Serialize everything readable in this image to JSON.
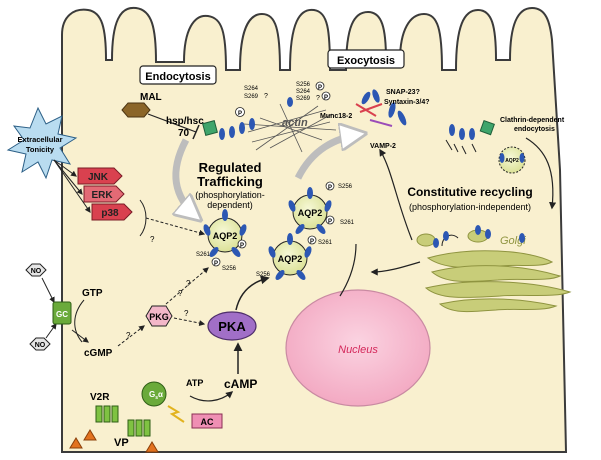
{
  "labels": {
    "endocytosis": "Endocytosis",
    "exocytosis": "Exocytosis",
    "mal": "MAL",
    "hsp_hsc": "hsp/hsc",
    "hsp_70": "70",
    "actin": "actin",
    "s264_left": "S264",
    "s269_left": "S269",
    "q_left": "?",
    "s256_top": "S256",
    "s264_top": "S264",
    "s269_top": "S269",
    "q_top": "?",
    "munc": "Munc18-2",
    "snap": "SNAP-23?",
    "syntaxin": "Syntaxin-3/4?",
    "vamp": "VAMP-2",
    "clathrin_1": "Clathrin-dependent",
    "clathrin_2": "endocytosis",
    "regulated_1": "Regulated",
    "regulated_2": "Trafficking",
    "regulated_3": "(phosphorylation-",
    "regulated_4": "dependent)",
    "constitutive_1": "Constitutive recycling",
    "constitutive_2": "(phosphorylation-independent)",
    "extracellular_1": "Extracellular",
    "extracellular_2": "Tonicity",
    "jnk": "JNK",
    "erk": "ERK",
    "p38": "p38",
    "golgi": "Golgi",
    "nucleus": "Nucleus",
    "aqp2": "AQP2",
    "p": "P",
    "s256": "S256",
    "s261": "S261",
    "q": "?",
    "no": "NO",
    "gc": "GC",
    "gtp": "GTP",
    "cgmp": "cGMP",
    "pkg": "PKG",
    "pka": "PKA",
    "camp": "cAMP",
    "atp": "ATP",
    "ac": "AC",
    "v2r": "V2R",
    "vp": "VP",
    "gs_g": "G",
    "gs_s": "s",
    "gs_a": "α"
  },
  "colors": {
    "cell_fill": "#f9f0cf",
    "cell_stroke": "#3b3b3b",
    "aqp2_fill": "#e7ebb1",
    "channel_blue": "#2c57b3",
    "kinase_pink": "#f3b7c9",
    "pka_purple": "#a16fc7",
    "nucleus_fill": "#f6b5cc",
    "nucleus_text": "#d4275a",
    "golgi_green": "#c8cd79",
    "gc_green": "#6aaa3a",
    "mapk_red": "#d9414f",
    "receptor_green": "#7fc242",
    "vp_orange": "#e2721f",
    "tonicity_blue": "#b9dcf0",
    "ac_pink": "#ef8fb4",
    "clathrin_green": "#3fa56b"
  }
}
